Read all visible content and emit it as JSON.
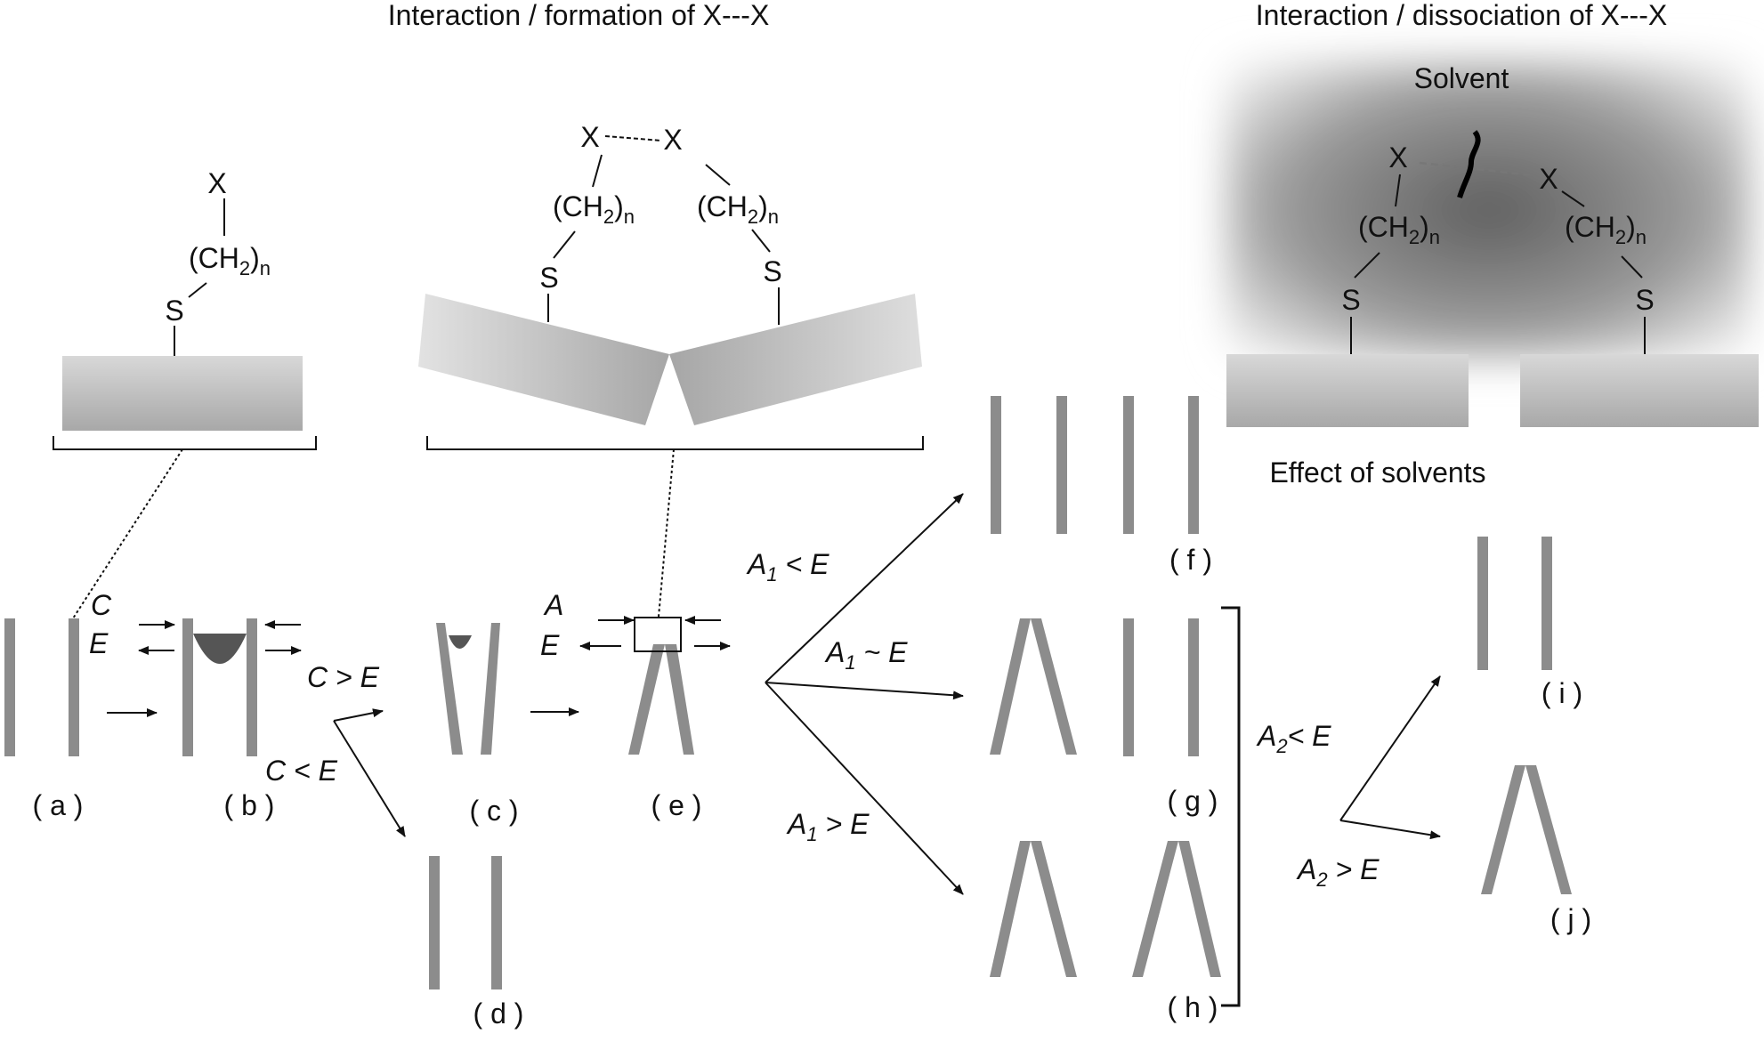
{
  "headings": {
    "formation": "Interaction / formation of X---X",
    "dissociation": "Interaction / dissociation of X---X",
    "solvent": "Solvent",
    "effect": "Effect of solvents"
  },
  "chem": {
    "X": "X",
    "S": "S",
    "CH": "(CH",
    "two": "2",
    "close": ")",
    "n": "n"
  },
  "conditions": {
    "C": "C",
    "E": "E",
    "A": "A",
    "c_gt_e": "C > E",
    "c_lt_e": "C < E",
    "a1_lt_e": {
      "sym": "A",
      "sub": "1",
      "rest": " < E"
    },
    "a1_sim_e": {
      "sym": "A",
      "sub": "1",
      "rest": " ~ E"
    },
    "a1_gt_e": {
      "sym": "A",
      "sub": "1",
      "rest": " > E"
    },
    "a2_lt_e": {
      "sym": "A",
      "sub": "2",
      "rest": "< E"
    },
    "a2_gt_e": {
      "sym": "A",
      "sub": "2",
      "rest": " > E"
    }
  },
  "labels": {
    "a": "( a )",
    "b": "( b )",
    "c": "( c )",
    "d": "( d )",
    "e": "( e )",
    "f": "( f )",
    "g": "( g )",
    "h": "( h )",
    "i": "( i )",
    "j": "( j )"
  }
}
